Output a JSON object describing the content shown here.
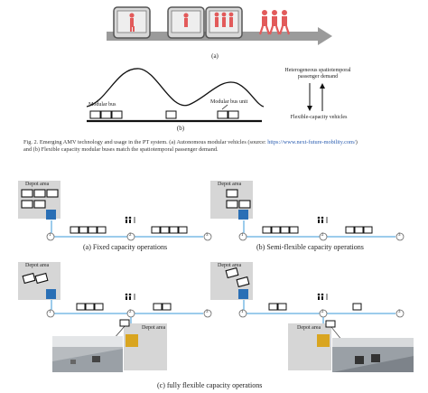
{
  "fig_a": {
    "label": "(a)"
  },
  "fig_b": {
    "label": "(b)",
    "modular_bus": "Modular bus",
    "modular_bus_unit": "Modular bus unit",
    "demand_line1": "Heterogeneous spatiotemporal",
    "demand_line2": "passenger demand",
    "vehicles": "Flexible-capacity vehicles"
  },
  "caption": {
    "prefix": "Fig. 2.",
    "text1": "Emerging AMV technology and usage in the PT system. (a) Autonomous modular vehicles (source: ",
    "link": "https://www.next-future-mobility.com/",
    "text2": ")",
    "text3": "and (b) Flexible capacity modular buses match the spatiotemporal passenger demand."
  },
  "panels": {
    "depot": "Depot area",
    "fixed": "(a) Fixed capacity operations",
    "semi": "(b) Semi-flexible capacity operations",
    "full": "(c) fully flexible capacity operations",
    "stop1": "1",
    "stop2": "2",
    "stop3": "3"
  },
  "colors": {
    "accent_blue": "#2a6fb5",
    "line_blue": "#3a9ad9",
    "depot_gold": "#d9a520",
    "arrow_gray": "#8a8a8a",
    "pod_red": "#e25a5a"
  }
}
